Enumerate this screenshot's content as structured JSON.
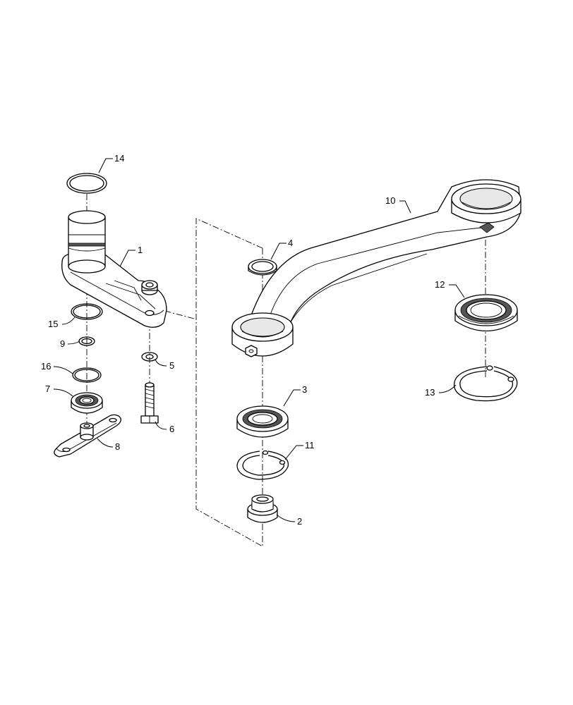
{
  "diagram": {
    "callouts": [
      {
        "id": "c1",
        "label": "1"
      },
      {
        "id": "c2",
        "label": "2"
      },
      {
        "id": "c3",
        "label": "3"
      },
      {
        "id": "c4",
        "label": "4"
      },
      {
        "id": "c5",
        "label": "5"
      },
      {
        "id": "c6",
        "label": "6"
      },
      {
        "id": "c7",
        "label": "7"
      },
      {
        "id": "c8",
        "label": "8"
      },
      {
        "id": "c9",
        "label": "9"
      },
      {
        "id": "c10",
        "label": "10"
      },
      {
        "id": "c11",
        "label": "11"
      },
      {
        "id": "c12",
        "label": "12"
      },
      {
        "id": "c13",
        "label": "13"
      },
      {
        "id": "c14",
        "label": "14"
      },
      {
        "id": "c15",
        "label": "15"
      },
      {
        "id": "c16",
        "label": "16"
      }
    ]
  }
}
